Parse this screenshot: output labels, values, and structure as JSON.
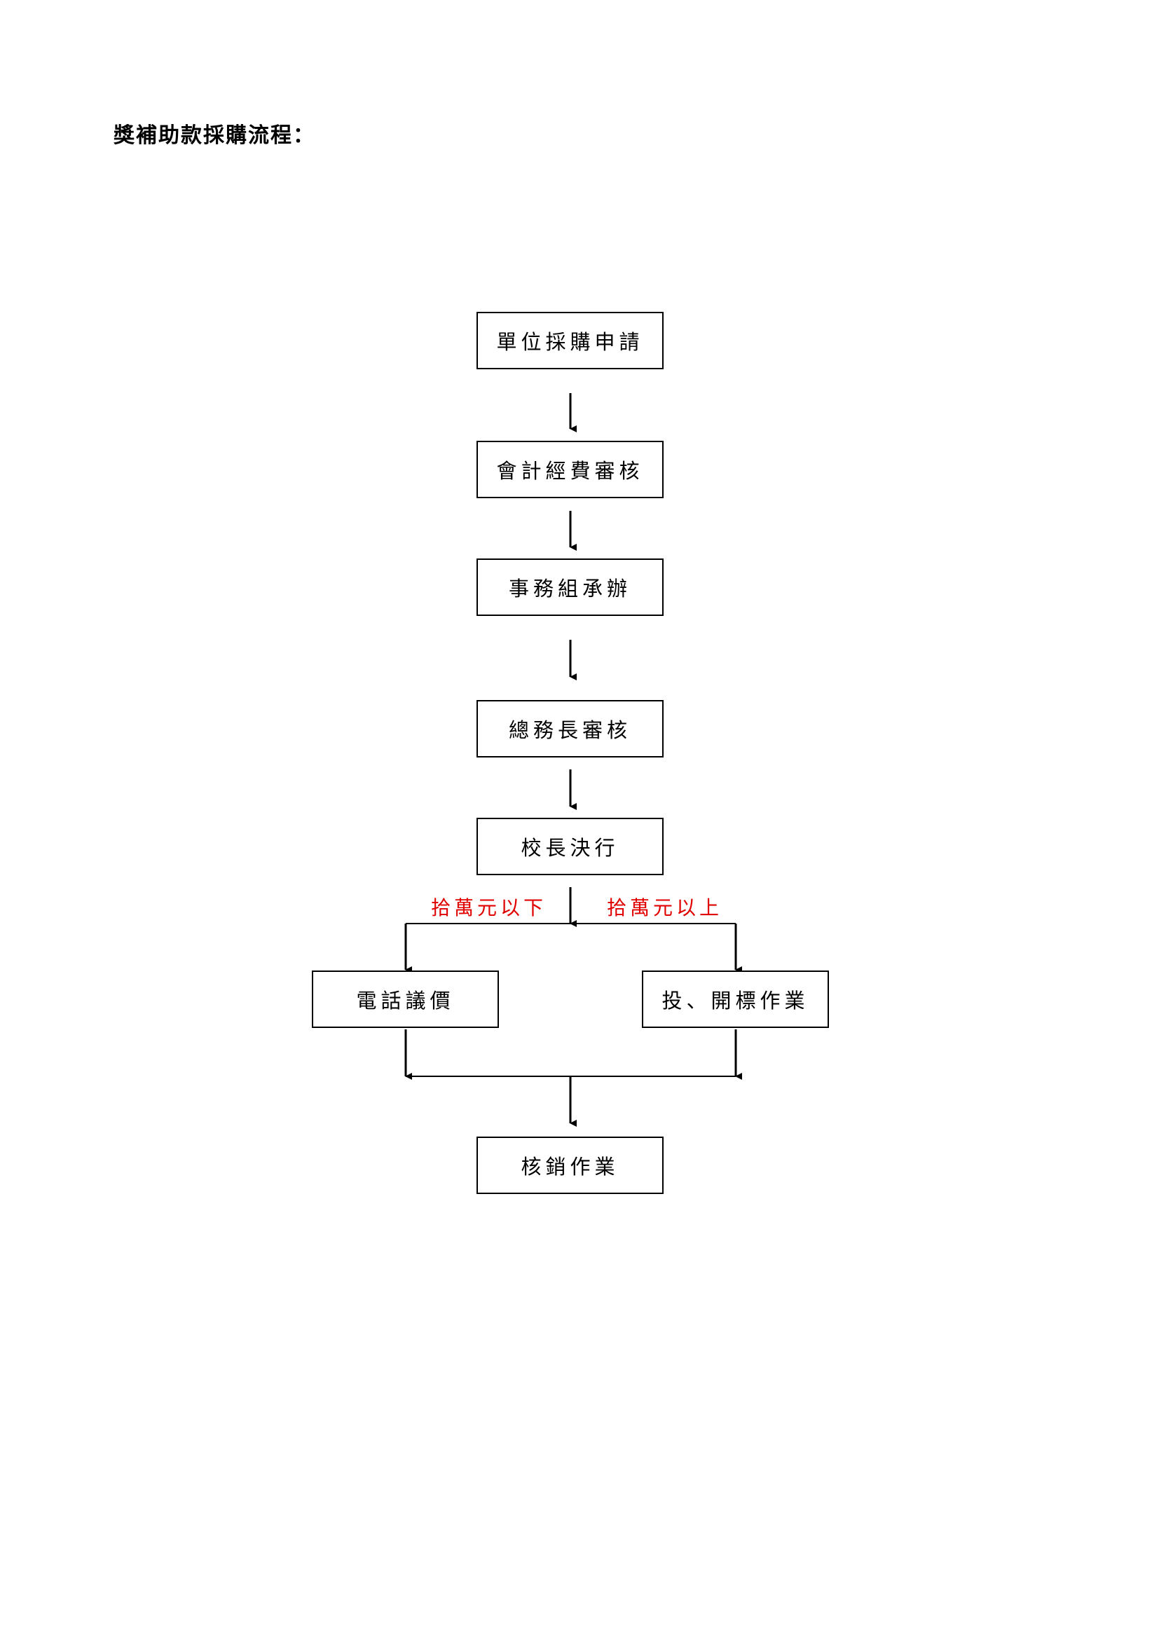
{
  "title": "獎補助款採購流程：",
  "steps": {
    "s1": "單位採購申請",
    "s2": "會計經費審核",
    "s3": "事務組承辦",
    "s4": "總務長審核",
    "s5": "校長決行",
    "left": "電話議價",
    "right": "投、開標作業",
    "final": "核銷作業"
  },
  "branch_labels": {
    "below": "拾萬元以下",
    "above": "拾萬元以上"
  },
  "colors": {
    "branch_label": "#e00000",
    "line": "#000000"
  }
}
